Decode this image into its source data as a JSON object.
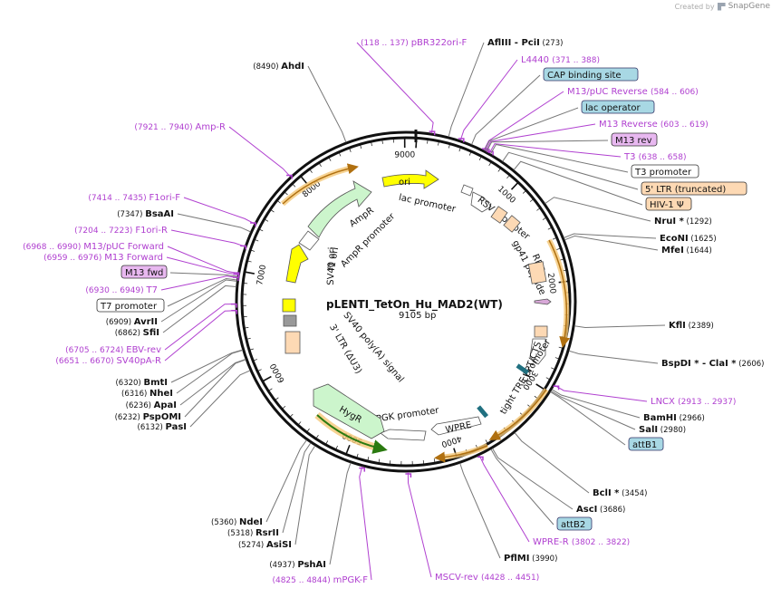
{
  "credit": {
    "prefix": "Created by",
    "brand": "SnapGene"
  },
  "plasmid": {
    "name": "pLENTI_TetOn_Hu_MAD2(WT)",
    "length_label": "9105 bp"
  },
  "ruler": [
    "1000",
    "2000",
    "3000",
    "4000",
    "5000",
    "6000",
    "7000",
    "8000",
    "9000"
  ],
  "colors": {
    "feature_purple": "#b040d0",
    "backbone": "#111111",
    "orange_arc": "#d08010",
    "green_arc": "#3a8a1a"
  },
  "labels": [
    {
      "pos": "(118 .. 137)",
      "name": "pBR322ori-F",
      "kind": "primer"
    },
    {
      "name": "AflIII",
      "name2": " - PciI",
      "pos": "(273)",
      "kind": "enzyme"
    },
    {
      "name": "L4440",
      "pos": "(371 .. 388)",
      "kind": "primer"
    },
    {
      "name": "CAP binding site",
      "kind": "box-teal"
    },
    {
      "name": "M13/pUC Reverse",
      "pos": "(584 .. 606)",
      "kind": "primer"
    },
    {
      "name": "lac operator",
      "kind": "box-teal"
    },
    {
      "name": "M13 Reverse",
      "pos": "(603 .. 619)",
      "kind": "primer"
    },
    {
      "name": "M13 rev",
      "kind": "box-purple"
    },
    {
      "name": "T3",
      "pos": "(638 .. 658)",
      "kind": "primer"
    },
    {
      "name": "T3 promoter",
      "kind": "box-white"
    },
    {
      "name": "5' LTR (truncated)",
      "kind": "box-peach"
    },
    {
      "name": "HIV-1 Ψ",
      "kind": "box-peach"
    },
    {
      "name": "NruI *",
      "pos": "(1292)",
      "kind": "enzyme"
    },
    {
      "name": "EcoNI",
      "pos": "(1625)",
      "kind": "enzyme"
    },
    {
      "name": "MfeI",
      "pos": "(1644)",
      "kind": "enzyme"
    },
    {
      "name": "KflI",
      "pos": "(2389)",
      "kind": "enzyme"
    },
    {
      "name": "BspDI *",
      "name2": " - ClaI *",
      "pos": "(2606)",
      "kind": "enzyme"
    },
    {
      "name": "LNCX",
      "pos": "(2913 .. 2937)",
      "kind": "primer"
    },
    {
      "name": "BamHI",
      "pos": "(2966)",
      "kind": "enzyme"
    },
    {
      "name": "SalI",
      "pos": "(2980)",
      "kind": "enzyme"
    },
    {
      "name": "attB1",
      "kind": "box-teal"
    },
    {
      "name": "BclI *",
      "pos": "(3454)",
      "kind": "enzyme"
    },
    {
      "name": "AscI",
      "pos": "(3686)",
      "kind": "enzyme"
    },
    {
      "name": "attB2",
      "kind": "box-teal"
    },
    {
      "name": "WPRE-R",
      "pos": "(3802 .. 3822)",
      "kind": "primer"
    },
    {
      "name": "PflMI",
      "pos": "(3990)",
      "kind": "enzyme"
    },
    {
      "name": "MSCV-rev",
      "pos": "(4428 .. 4451)",
      "kind": "primer"
    },
    {
      "name": "mPGK-F",
      "pos": "(4825 .. 4844)",
      "kind": "primer"
    },
    {
      "name": "PshAI",
      "pos": "(4937)",
      "kind": "enzyme"
    },
    {
      "name": "AsiSI",
      "pos": "(5274)",
      "kind": "enzyme"
    },
    {
      "name": "RsrII",
      "pos": "(5318)",
      "kind": "enzyme"
    },
    {
      "name": "NdeI",
      "pos": "(5360)",
      "kind": "enzyme"
    },
    {
      "name": "PasI",
      "pos": "(6132)",
      "kind": "enzyme"
    },
    {
      "name": "PspOMI",
      "pos": "(6232)",
      "kind": "enzyme"
    },
    {
      "name": "ApaI",
      "pos": "(6236)",
      "kind": "enzyme"
    },
    {
      "name": "NheI",
      "pos": "(6316)",
      "kind": "enzyme"
    },
    {
      "name": "BmtI",
      "pos": "(6320)",
      "kind": "enzyme"
    },
    {
      "name": "SV40pA-R",
      "pos": "(6651 .. 6670)",
      "kind": "primer"
    },
    {
      "name": "EBV-rev",
      "pos": "(6705 .. 6724)",
      "kind": "primer"
    },
    {
      "name": "SfiI",
      "pos": "(6862)",
      "kind": "enzyme"
    },
    {
      "name": "AvrII",
      "pos": "(6909)",
      "kind": "enzyme"
    },
    {
      "name": "T7 promoter",
      "kind": "box-white"
    },
    {
      "name": "T7",
      "pos": "(6930 .. 6949)",
      "kind": "primer"
    },
    {
      "name": "M13 fwd",
      "kind": "box-purple"
    },
    {
      "name": "M13 Forward",
      "pos": "(6959 .. 6976)",
      "kind": "primer"
    },
    {
      "name": "M13/pUC Forward",
      "pos": "(6968 .. 6990)",
      "kind": "primer"
    },
    {
      "name": "F1ori-R",
      "pos": "(7204 .. 7223)",
      "kind": "primer"
    },
    {
      "name": "BsaAI",
      "pos": "(7347)",
      "kind": "enzyme"
    },
    {
      "name": "F1ori-F",
      "pos": "(7414 .. 7435)",
      "kind": "primer"
    },
    {
      "name": "Amp-R",
      "pos": "(7921 .. 7940)",
      "kind": "primer"
    },
    {
      "name": "AhdI",
      "pos": "(8490)",
      "kind": "enzyme"
    }
  ],
  "features": [
    "ori",
    "lac promoter",
    "RSV promoter",
    "RRE",
    "gp41 peptide",
    "cPPT/CTS",
    "tight TRE promoter",
    "WPRE",
    "PGK promoter",
    "HygR",
    "SV40 poly(A) signal",
    "3' LTR (ΔU3)",
    "SV40 ori",
    "f1 ori",
    "AmpR promoter",
    "AmpR"
  ]
}
